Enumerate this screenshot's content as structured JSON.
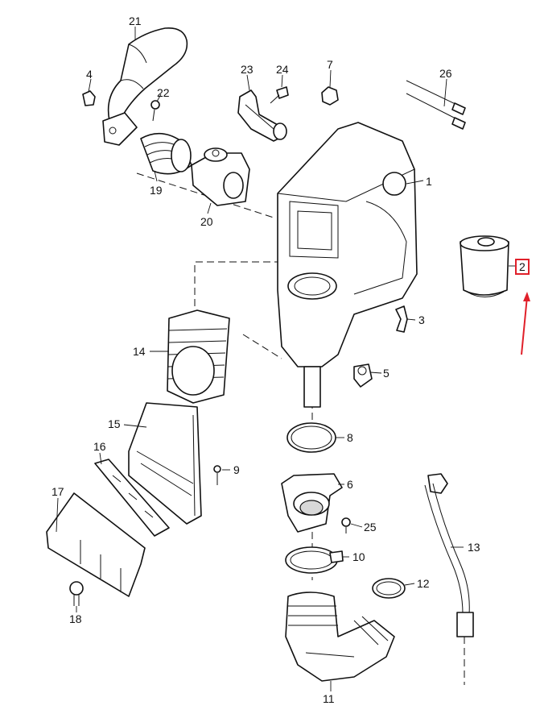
{
  "diagram": {
    "highlight_color": "#e0202a",
    "labels": [
      {
        "id": "1",
        "text": "1"
      },
      {
        "id": "2",
        "text": "2"
      },
      {
        "id": "3",
        "text": "3"
      },
      {
        "id": "4",
        "text": "4"
      },
      {
        "id": "5",
        "text": "5"
      },
      {
        "id": "6",
        "text": "6"
      },
      {
        "id": "7",
        "text": "7"
      },
      {
        "id": "8",
        "text": "8"
      },
      {
        "id": "9",
        "text": "9"
      },
      {
        "id": "10",
        "text": "10"
      },
      {
        "id": "11",
        "text": "11"
      },
      {
        "id": "12",
        "text": "12"
      },
      {
        "id": "13",
        "text": "13"
      },
      {
        "id": "14",
        "text": "14"
      },
      {
        "id": "15",
        "text": "15"
      },
      {
        "id": "16",
        "text": "16"
      },
      {
        "id": "17",
        "text": "17"
      },
      {
        "id": "18",
        "text": "18"
      },
      {
        "id": "19",
        "text": "19"
      },
      {
        "id": "20",
        "text": "20"
      },
      {
        "id": "21",
        "text": "21"
      },
      {
        "id": "22",
        "text": "22"
      },
      {
        "id": "23",
        "text": "23"
      },
      {
        "id": "24",
        "text": "24"
      },
      {
        "id": "25",
        "text": "25"
      },
      {
        "id": "26",
        "text": "26"
      }
    ]
  }
}
